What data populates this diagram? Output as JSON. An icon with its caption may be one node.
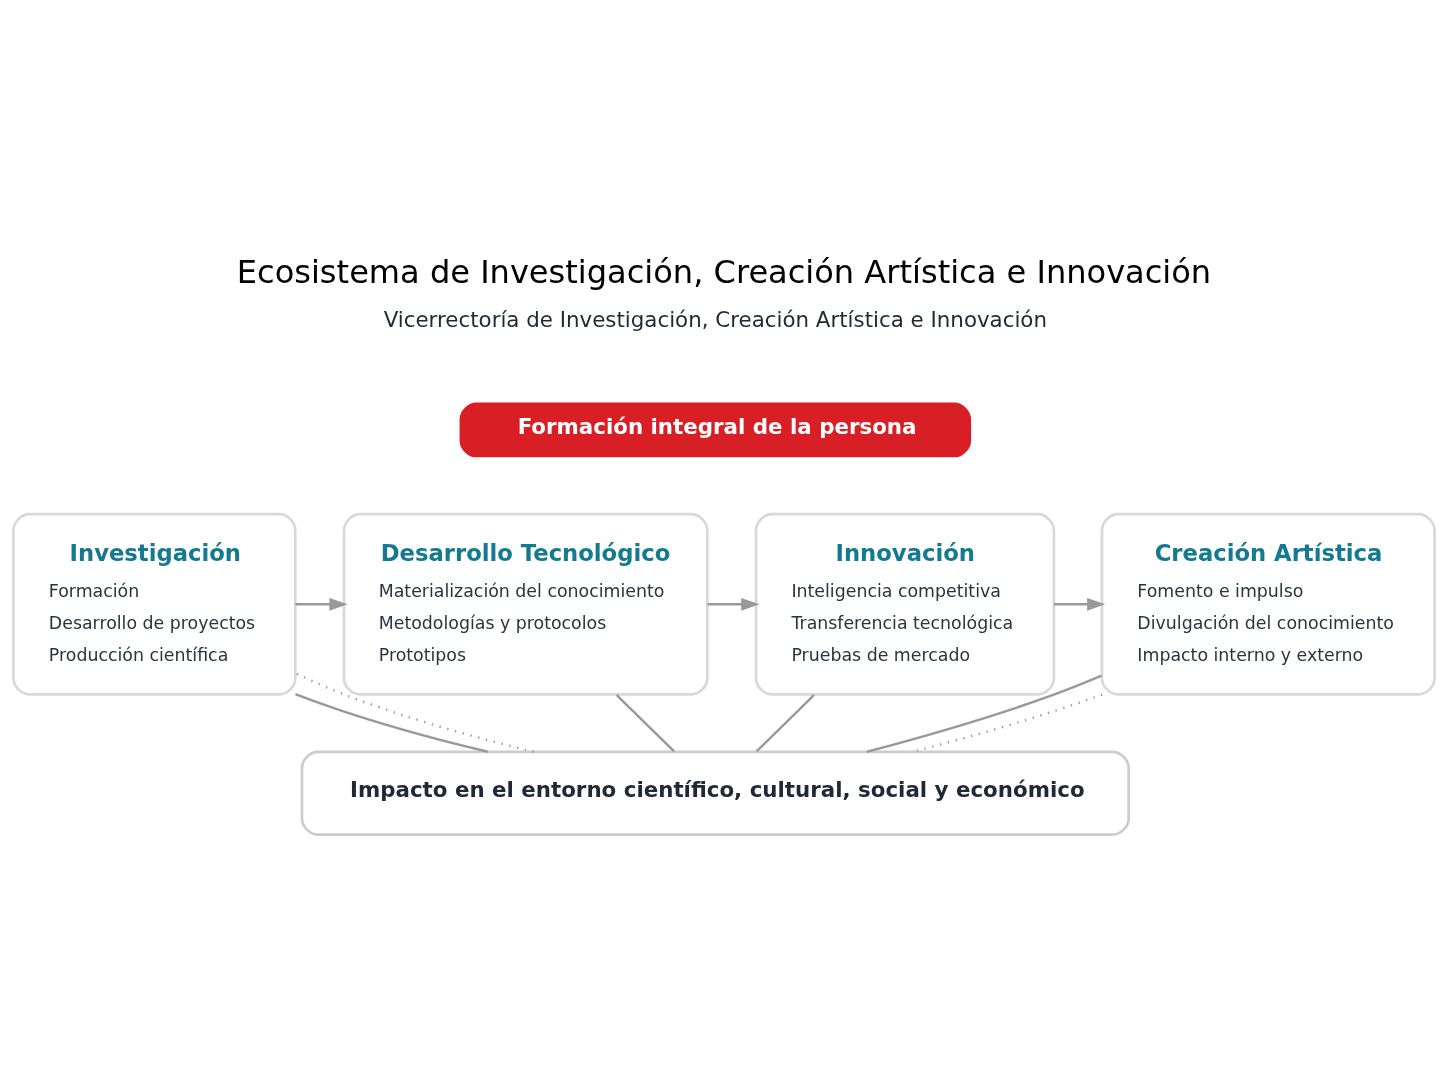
{
  "diagram": {
    "title": "Ecosistema de Investigación, Creación Artística e Innovación",
    "nodes": [
      {
        "text": [
          "Formación integral de la persona"
        ]
      },
      {
        "text": [
          "Investigación",
          "Formación",
          "Desarrollo de proyectos",
          "Producción científica"
        ]
      },
      {
        "text": [
          "Desarrollo Tecnológico",
          "Materialización del conocimiento",
          "Metodologías y protocolos",
          "Prototipos"
        ]
      },
      {
        "text": [
          "Innovación",
          "Inteligencia competitiva",
          "Transferencia tecnológica",
          "Pruebas de mercado"
        ]
      },
      {
        "text": [
          "Creación Artística",
          "Fomento e impulso",
          "Divulgación del conocimiento",
          "Impacto interno y externo"
        ]
      },
      {
        "text": [
          "Impacto en el entorno científico, cultural, social y económico"
        ]
      }
    ],
    "edges": [
      {
        "from": 1,
        "to": 2,
        "arrow": "to"
      },
      {
        "from": 2,
        "to": 3,
        "arrow": "to"
      },
      {
        "from": 3,
        "to": 4,
        "arrow": "to"
      },
      {
        "from": 1,
        "to": 5,
        "arrow": "none"
      },
      {
        "from": 2,
        "to": 5,
        "arrow": "none"
      },
      {
        "from": 3,
        "to": 5,
        "arrow": "none"
      },
      {
        "from": 4,
        "to": 5,
        "arrow": "none"
      },
      {
        "from": 5,
        "to": 1,
        "arrow": "none",
        "style": "dashed"
      },
      {
        "from": 4,
        "to": 5,
        "arrow": "none",
        "style": "dashed"
      }
    ],
    "labels": [
      "Vicerrectoría de Investigación, Creación Artística e Innovación"
    ]
  }
}
